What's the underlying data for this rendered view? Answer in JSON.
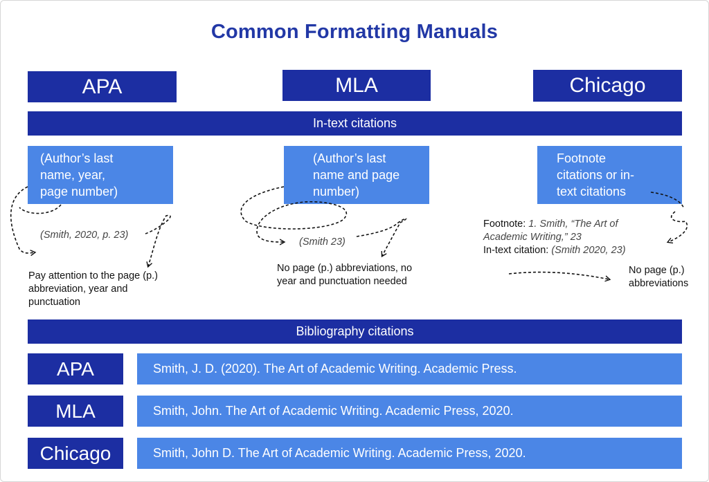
{
  "title": "Common Formatting Manuals",
  "columns": {
    "apa": "APA",
    "mla": "MLA",
    "chicago": "Chicago"
  },
  "in_text": {
    "band_label": "In-text citations",
    "apa": {
      "format_lines": [
        "(Author’s last",
        "name, year,",
        "page number)"
      ],
      "example": "(Smith, 2020, p. 23)",
      "note_lines": [
        "Pay attention to the page (p.)",
        "abbreviation, year and",
        "punctuation"
      ]
    },
    "mla": {
      "format_lines": [
        "(Author’s last",
        "name and page",
        "number)"
      ],
      "example": "(Smith 23)",
      "note_lines": [
        "No page (p.) abbreviations, no",
        "year and punctuation needed"
      ]
    },
    "chicago": {
      "format_lines": [
        "Footnote",
        "citations or in-",
        "text citations"
      ],
      "footnote_label": "Footnote: ",
      "footnote_value_1": "1. Smith, “The Art of",
      "footnote_value_2": "Academic Writing,” 23",
      "intext_label": "In-text citation: ",
      "intext_value": "(Smith 2020, 23)",
      "note_lines": [
        "No page (p.)",
        "abbreviations"
      ]
    }
  },
  "bibliography": {
    "band_label": "Bibliography citations",
    "rows": [
      {
        "style": "APA",
        "citation": "Smith, J. D. (2020). The Art of Academic Writing. Academic Press."
      },
      {
        "style": "MLA",
        "citation": "Smith, John. The Art of Academic Writing. Academic Press, 2020."
      },
      {
        "style": "Chicago",
        "citation": "Smith, John D. The Art of Academic Writing. Academic Press, 2020."
      }
    ]
  },
  "colors": {
    "dark_blue": "#1c2ea2",
    "light_blue": "#4b86e6",
    "title_blue": "#2238a6"
  }
}
